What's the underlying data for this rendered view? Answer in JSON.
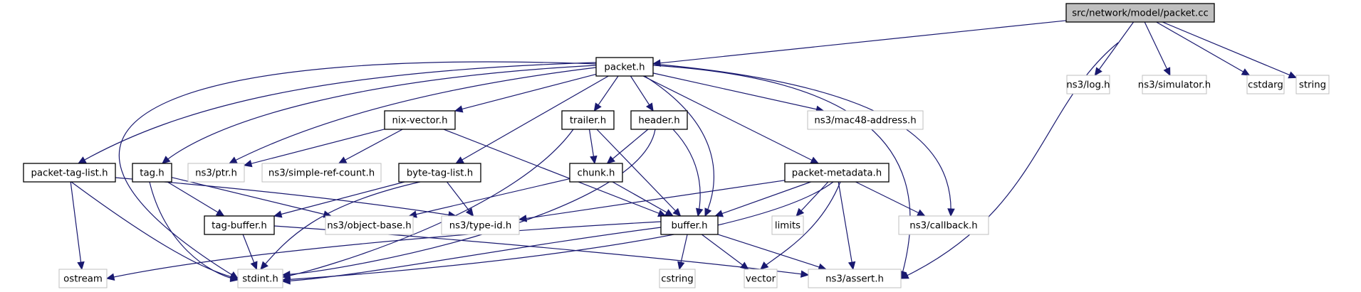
{
  "title": "src/network/model/packet.cc",
  "colors": {
    "edge": "#191970",
    "root_fill": "#bfbfbf",
    "local_border": "#000000",
    "external_border": "#bfbfbf",
    "background": "#ffffff"
  },
  "nodes": [
    {
      "id": "packet_cc",
      "label": "src/network/model/packet.cc",
      "kind": "root"
    },
    {
      "id": "packet_h",
      "label": "packet.h",
      "kind": "local"
    },
    {
      "id": "log_h",
      "label": "ns3/log.h",
      "kind": "external"
    },
    {
      "id": "simulator_h",
      "label": "ns3/simulator.h",
      "kind": "external"
    },
    {
      "id": "cstdarg",
      "label": "cstdarg",
      "kind": "external"
    },
    {
      "id": "string",
      "label": "string",
      "kind": "external"
    },
    {
      "id": "nix_vector_h",
      "label": "nix-vector.h",
      "kind": "local"
    },
    {
      "id": "trailer_h",
      "label": "trailer.h",
      "kind": "local"
    },
    {
      "id": "header_h",
      "label": "header.h",
      "kind": "local"
    },
    {
      "id": "mac48_h",
      "label": "ns3/mac48-address.h",
      "kind": "external"
    },
    {
      "id": "packet_tag_list_h",
      "label": "packet-tag-list.h",
      "kind": "local"
    },
    {
      "id": "tag_h",
      "label": "tag.h",
      "kind": "local"
    },
    {
      "id": "ptr_h",
      "label": "ns3/ptr.h",
      "kind": "external"
    },
    {
      "id": "simple_ref_count_h",
      "label": "ns3/simple-ref-count.h",
      "kind": "external"
    },
    {
      "id": "byte_tag_list_h",
      "label": "byte-tag-list.h",
      "kind": "local"
    },
    {
      "id": "chunk_h",
      "label": "chunk.h",
      "kind": "local"
    },
    {
      "id": "packet_metadata_h",
      "label": "packet-metadata.h",
      "kind": "local"
    },
    {
      "id": "tag_buffer_h",
      "label": "tag-buffer.h",
      "kind": "local"
    },
    {
      "id": "object_base_h",
      "label": "ns3/object-base.h",
      "kind": "external"
    },
    {
      "id": "type_id_h",
      "label": "ns3/type-id.h",
      "kind": "external"
    },
    {
      "id": "buffer_h",
      "label": "buffer.h",
      "kind": "local"
    },
    {
      "id": "limits",
      "label": "limits",
      "kind": "external"
    },
    {
      "id": "callback_h",
      "label": "ns3/callback.h",
      "kind": "external"
    },
    {
      "id": "ostream",
      "label": "ostream",
      "kind": "external"
    },
    {
      "id": "stdint_h",
      "label": "stdint.h",
      "kind": "external"
    },
    {
      "id": "cstring",
      "label": "cstring",
      "kind": "external"
    },
    {
      "id": "vector",
      "label": "vector",
      "kind": "external"
    },
    {
      "id": "assert_h",
      "label": "ns3/assert.h",
      "kind": "external"
    }
  ],
  "edges": [
    {
      "from": "packet_cc",
      "to": "packet_h"
    },
    {
      "from": "packet_cc",
      "to": "log_h"
    },
    {
      "from": "packet_cc",
      "to": "simulator_h"
    },
    {
      "from": "packet_cc",
      "to": "cstdarg"
    },
    {
      "from": "packet_cc",
      "to": "string"
    },
    {
      "from": "packet_cc",
      "to": "assert_h"
    },
    {
      "from": "packet_h",
      "to": "buffer_h"
    },
    {
      "from": "packet_h",
      "to": "header_h"
    },
    {
      "from": "packet_h",
      "to": "trailer_h"
    },
    {
      "from": "packet_h",
      "to": "packet_metadata_h"
    },
    {
      "from": "packet_h",
      "to": "tag_h"
    },
    {
      "from": "packet_h",
      "to": "byte_tag_list_h"
    },
    {
      "from": "packet_h",
      "to": "packet_tag_list_h"
    },
    {
      "from": "packet_h",
      "to": "nix_vector_h"
    },
    {
      "from": "packet_h",
      "to": "mac48_h"
    },
    {
      "from": "packet_h",
      "to": "callback_h"
    },
    {
      "from": "packet_h",
      "to": "assert_h"
    },
    {
      "from": "packet_h",
      "to": "ptr_h"
    },
    {
      "from": "packet_h",
      "to": "stdint_h"
    },
    {
      "from": "nix_vector_h",
      "to": "ptr_h"
    },
    {
      "from": "nix_vector_h",
      "to": "simple_ref_count_h"
    },
    {
      "from": "nix_vector_h",
      "to": "buffer_h"
    },
    {
      "from": "trailer_h",
      "to": "chunk_h"
    },
    {
      "from": "trailer_h",
      "to": "buffer_h"
    },
    {
      "from": "trailer_h",
      "to": "stdint_h"
    },
    {
      "from": "header_h",
      "to": "chunk_h"
    },
    {
      "from": "header_h",
      "to": "buffer_h"
    },
    {
      "from": "header_h",
      "to": "stdint_h"
    },
    {
      "from": "packet_tag_list_h",
      "to": "ostream"
    },
    {
      "from": "packet_tag_list_h",
      "to": "stdint_h"
    },
    {
      "from": "packet_tag_list_h",
      "to": "type_id_h"
    },
    {
      "from": "tag_h",
      "to": "tag_buffer_h"
    },
    {
      "from": "tag_h",
      "to": "object_base_h"
    },
    {
      "from": "tag_h",
      "to": "stdint_h"
    },
    {
      "from": "byte_tag_list_h",
      "to": "tag_buffer_h"
    },
    {
      "from": "byte_tag_list_h",
      "to": "type_id_h"
    },
    {
      "from": "byte_tag_list_h",
      "to": "stdint_h"
    },
    {
      "from": "chunk_h",
      "to": "object_base_h"
    },
    {
      "from": "chunk_h",
      "to": "buffer_h"
    },
    {
      "from": "packet_metadata_h",
      "to": "buffer_h"
    },
    {
      "from": "packet_metadata_h",
      "to": "type_id_h"
    },
    {
      "from": "packet_metadata_h",
      "to": "limits"
    },
    {
      "from": "packet_metadata_h",
      "to": "callback_h"
    },
    {
      "from": "packet_metadata_h",
      "to": "vector"
    },
    {
      "from": "packet_metadata_h",
      "to": "assert_h"
    },
    {
      "from": "packet_metadata_h",
      "to": "stdint_h"
    },
    {
      "from": "tag_buffer_h",
      "to": "stdint_h"
    },
    {
      "from": "tag_buffer_h",
      "to": "assert_h"
    },
    {
      "from": "buffer_h",
      "to": "stdint_h"
    },
    {
      "from": "buffer_h",
      "to": "cstring"
    },
    {
      "from": "buffer_h",
      "to": "vector"
    },
    {
      "from": "buffer_h",
      "to": "ostream"
    },
    {
      "from": "buffer_h",
      "to": "assert_h"
    }
  ]
}
